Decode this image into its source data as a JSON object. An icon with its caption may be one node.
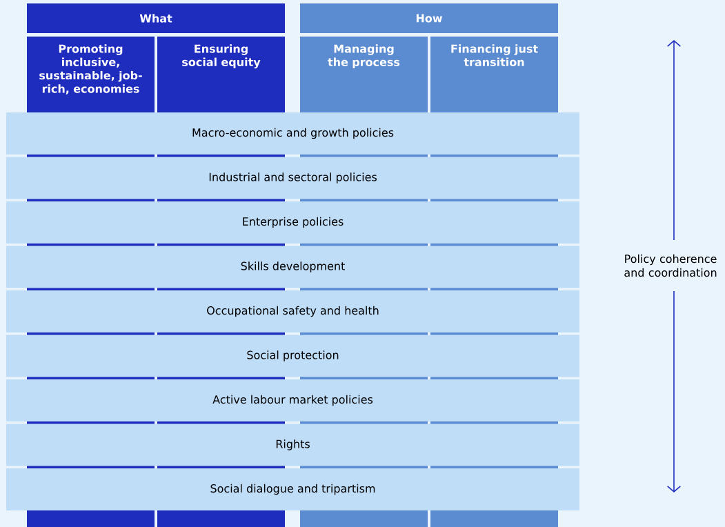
{
  "diagram": {
    "nodes": [
      {
        "text": [
          "What"
        ]
      },
      {
        "text": [
          "How"
        ]
      },
      {
        "text": [
          "Promoting inclusive, sustainable, job-rich, economies"
        ]
      },
      {
        "text": [
          "Ensuring social equity"
        ]
      },
      {
        "text": [
          "Managing the process"
        ]
      },
      {
        "text": [
          "Financing just transition"
        ]
      },
      {
        "text": [
          "Macro-economic and growth policies"
        ]
      },
      {
        "text": [
          "Industrial and sectoral policies"
        ]
      },
      {
        "text": [
          "Enterprise policies"
        ]
      },
      {
        "text": [
          "Skills development"
        ]
      },
      {
        "text": [
          "Occupational safety and health"
        ]
      },
      {
        "text": [
          "Social protection"
        ]
      },
      {
        "text": [
          "Active labour market policies"
        ]
      },
      {
        "text": [
          "Rights"
        ]
      },
      {
        "text": [
          "Social dialogue and tripartism"
        ]
      }
    ],
    "edges": [],
    "labels": [
      "Policy coherence and coordination"
    ]
  }
}
